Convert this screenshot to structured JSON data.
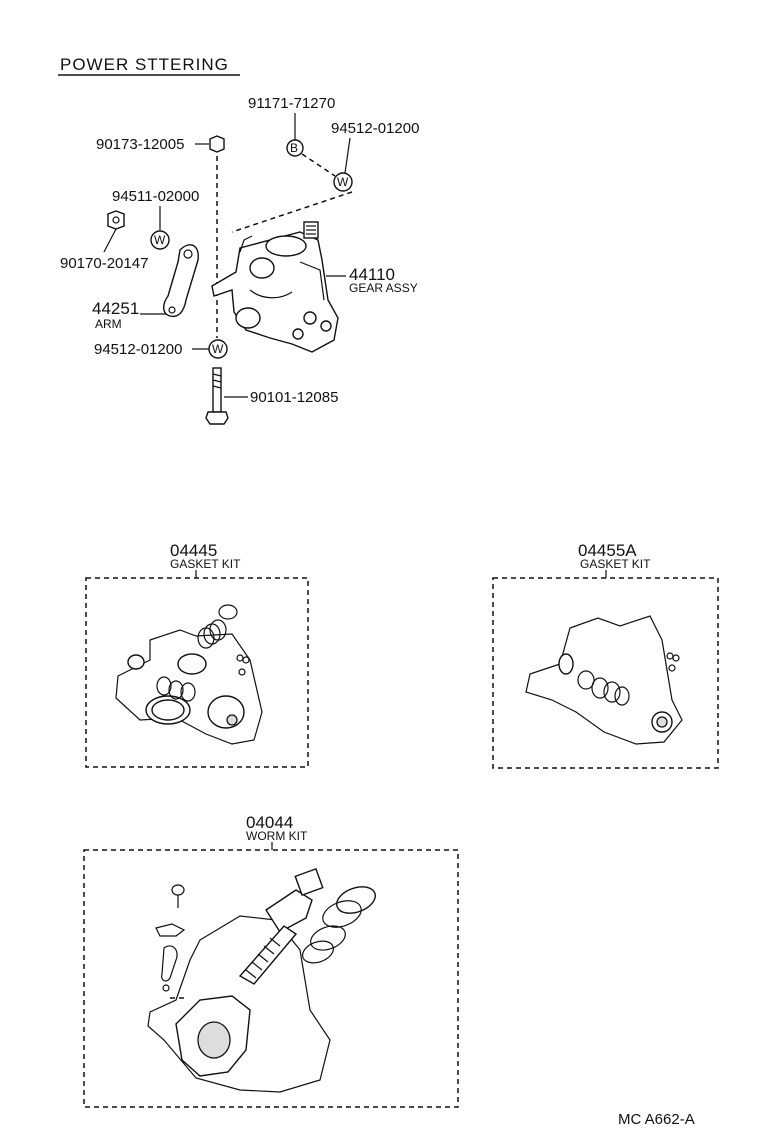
{
  "title": "POWER STTERING",
  "footer_code": "MC  A662-A",
  "parts": {
    "p91171": "91171-71270",
    "p94512a": "94512-01200",
    "p90173": "90173-12005",
    "p94511": "94511-02000",
    "p90170": "90170-20147",
    "p44251": "44251",
    "p44251_name": "ARM",
    "p44110": "44110",
    "p44110_name": "GEAR ASSY",
    "p94512b": "94512-01200",
    "p90101": "90101-12085",
    "marker_b": "B",
    "marker_w": "W"
  },
  "kits": {
    "k04445": "04445",
    "k04445_name": "GASKET KIT",
    "k04455a": "04455A",
    "k04455a_name": "GASKET KIT",
    "k04044": "04044",
    "k04044_name": "WORM KIT"
  }
}
